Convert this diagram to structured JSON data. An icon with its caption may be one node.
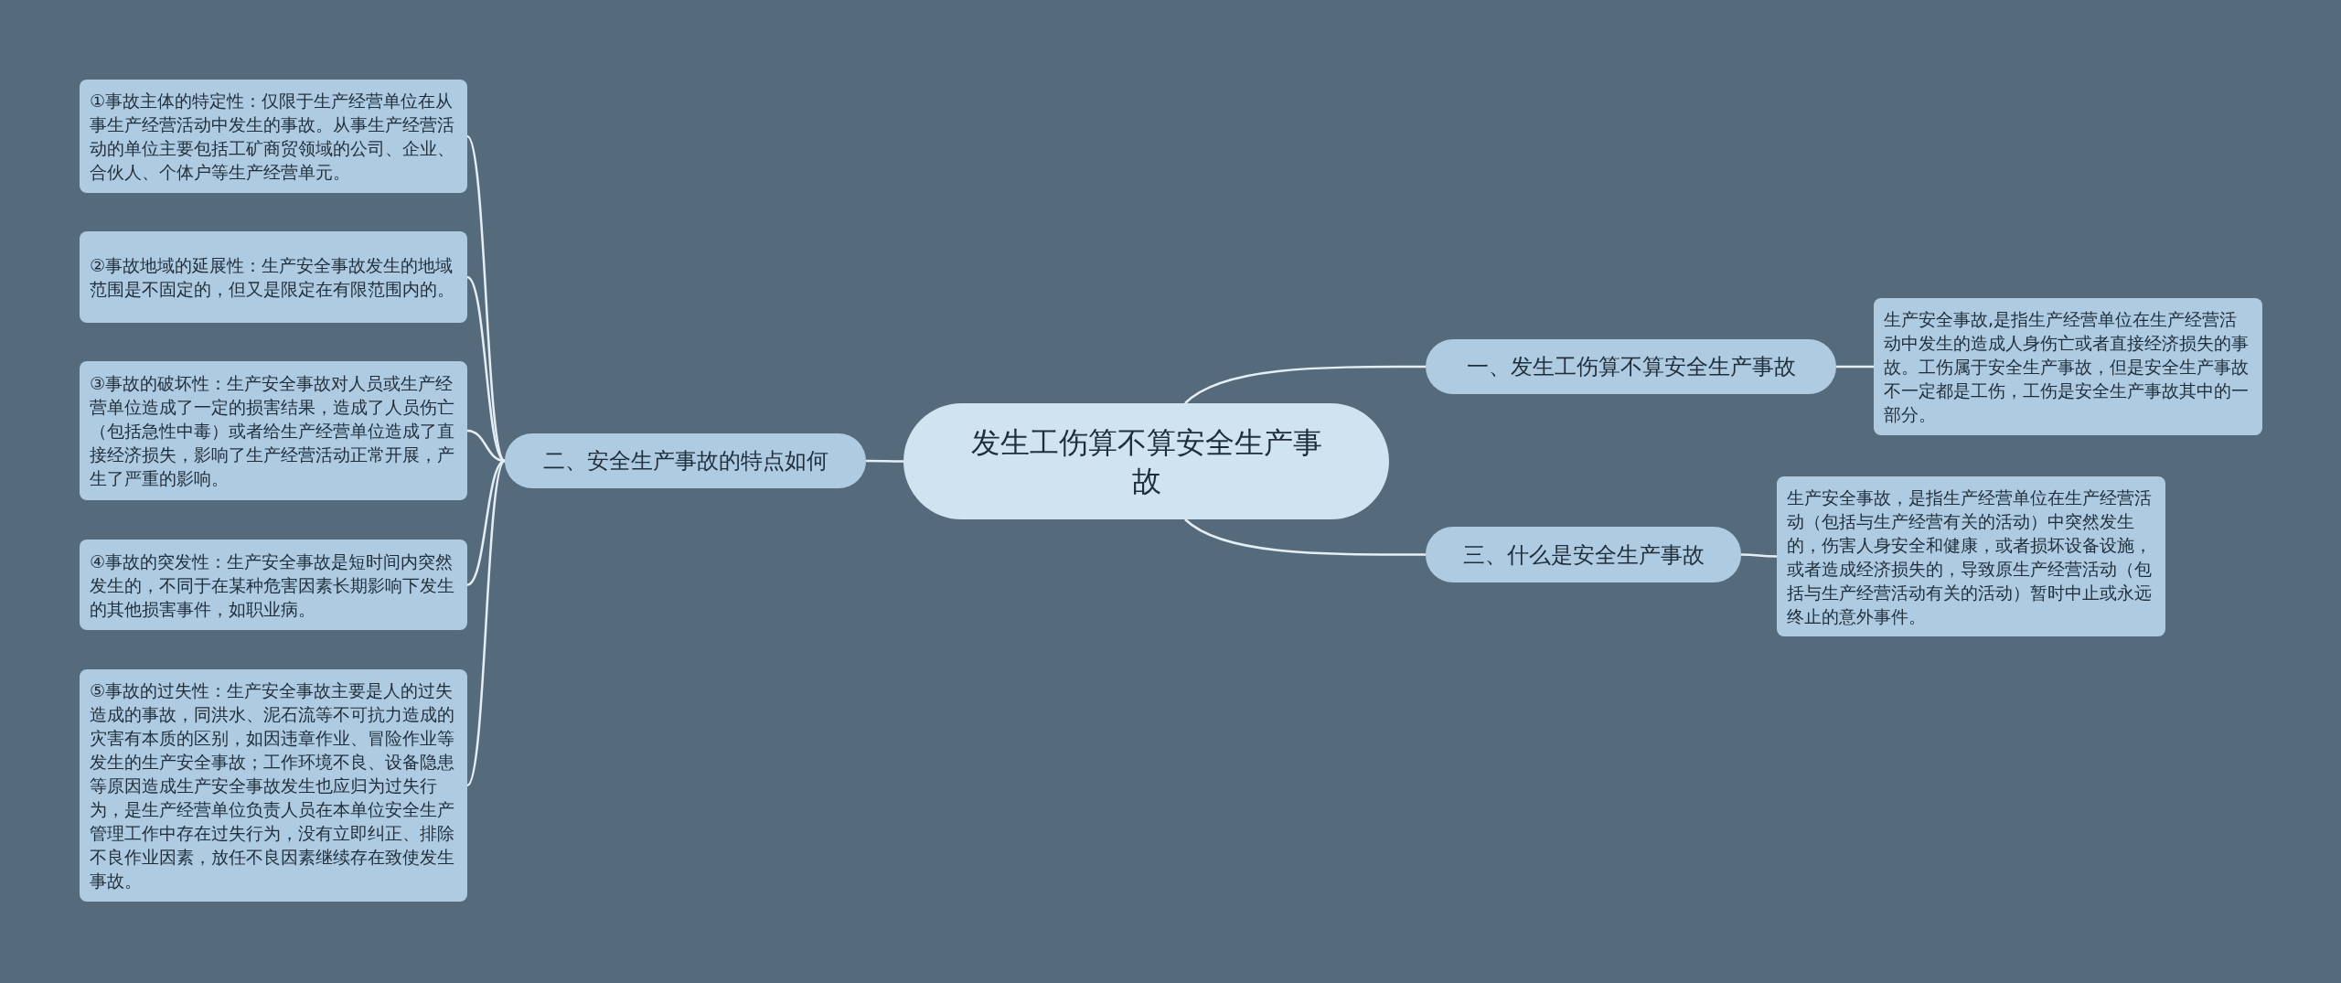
{
  "diagram": {
    "nodes": [
      {
        "text": [
          "发生工伤算不算安全生产事故"
        ]
      },
      {
        "text": [
          "一、发生工伤算不算安全生产事故"
        ]
      },
      {
        "text": [
          "生产安全事故,是指生产经营单位在生产经营活动中发生的造成人身伤亡或者直接经济损失的事故。工伤属于安全生产事故，但是安全生产事故不一定都是工伤，工伤是安全生产事故其中的一部分。"
        ]
      },
      {
        "text": [
          "三、什么是安全生产事故"
        ]
      },
      {
        "text": [
          "生产安全事故，是指生产经营单位在生产经营活动（包括与生产经营有关的活动）中突然发生的，伤害人身安全和健康，或者损坏设备设施，或者造成经济损失的，导致原生产经营活动（包括与生产经营活动有关的活动）暂时中止或永远终止的意外事件。"
        ]
      },
      {
        "text": [
          "二、安全生产事故的特点如何"
        ]
      },
      {
        "text": [
          "①事故主体的特定性：仅限于生产经营单位在从事生产经营活动中发生的事故。从事生产经营活动的单位主要包括工矿商贸领域的公司、企业、合伙人、个体户等生产经营单元。"
        ]
      },
      {
        "text": [
          "②事故地域的延展性：生产安全事故发生的地域范围是不固定的，但又是限定在有限范围内的。"
        ]
      },
      {
        "text": [
          "③事故的破坏性：生产安全事故对人员或生产经营单位造成了一定的损害结果，造成了人员伤亡（包括急性中毒）或者给生产经营单位造成了直接经济损失，影响了生产经营活动正常开展，产生了严重的影响。"
        ]
      },
      {
        "text": [
          "④事故的突发性：生产安全事故是短时间内突然发生的，不同于在某种危害因素长期影响下发生的其他损害事件，如职业病。"
        ]
      },
      {
        "text": [
          "⑤事故的过失性：生产安全事故主要是人的过失造成的事故，同洪水、泥石流等不可抗力造成的灾害有本质的区别，如因违章作业、冒险作业等发生的生产安全事故；工作环境不良、设备隐患等原因造成生产安全事故发生也应归为过失行为，是生产经营单位负责人员在本单位安全生产管理工作中存在过失行为，没有立即纠正、排除不良作业因素，放任不良因素继续存在致使发生事故。"
        ]
      }
    ],
    "edges": [
      {
        "from": 0,
        "to": 1,
        "arrow": "none"
      },
      {
        "from": 1,
        "to": 2,
        "arrow": "none"
      },
      {
        "from": 0,
        "to": 3,
        "arrow": "none"
      },
      {
        "from": 3,
        "to": 4,
        "arrow": "none"
      },
      {
        "from": 0,
        "to": 5,
        "arrow": "none"
      },
      {
        "from": 5,
        "to": 6,
        "arrow": "none"
      },
      {
        "from": 5,
        "to": 7,
        "arrow": "none"
      },
      {
        "from": 5,
        "to": 8,
        "arrow": "none"
      },
      {
        "from": 5,
        "to": 9,
        "arrow": "none"
      },
      {
        "from": 5,
        "to": 10,
        "arrow": "none"
      }
    ]
  }
}
